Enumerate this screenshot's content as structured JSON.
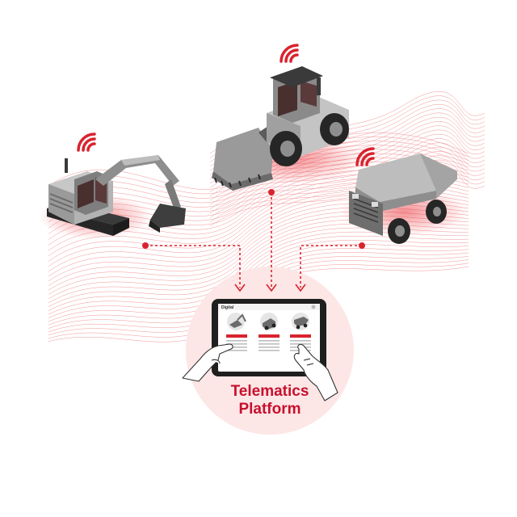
{
  "platform": {
    "label_line1": "Telematics",
    "label_line2": "Platform"
  },
  "tablet": {
    "brand": "Digital"
  },
  "colors": {
    "accent": "#d9232e",
    "label": "#c8102e",
    "circle_fill": "#fde6e6",
    "machine_dark": "#5c5c5c",
    "machine_mid": "#8e8e8e",
    "machine_light": "#c7c7c7"
  },
  "machines": [
    {
      "id": "excavator",
      "icon": "excavator-icon",
      "signal": "wifi-signal-icon"
    },
    {
      "id": "wheel-loader",
      "icon": "wheel-loader-icon",
      "signal": "wifi-signal-icon"
    },
    {
      "id": "dump-truck",
      "icon": "dump-truck-icon",
      "signal": "wifi-signal-icon"
    }
  ]
}
